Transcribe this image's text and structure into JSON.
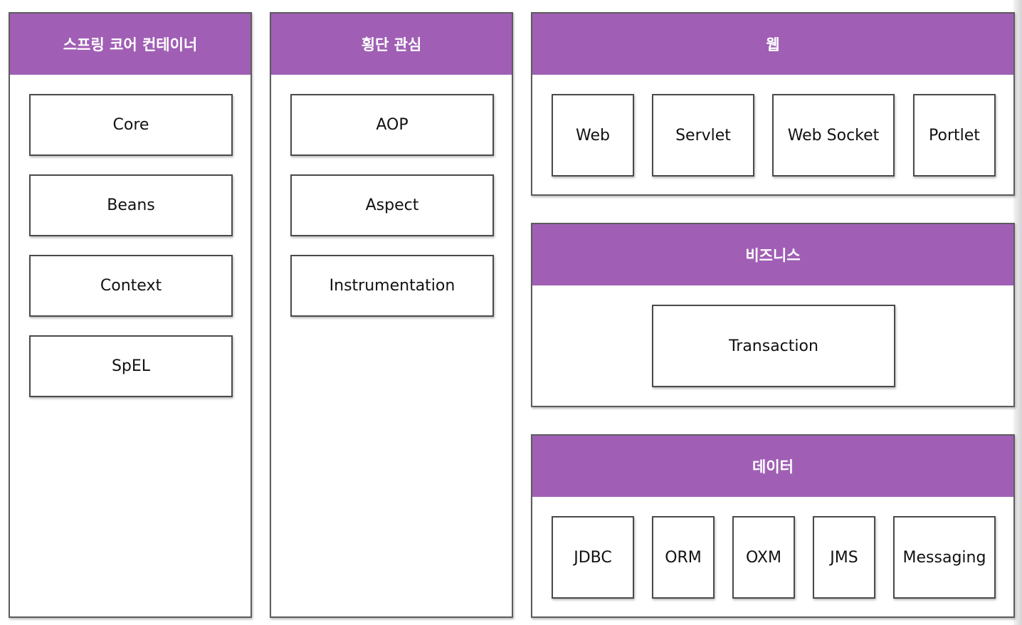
{
  "panels": {
    "core_container": {
      "title": "스프링 코어 컨테이너",
      "modules": [
        "Core",
        "Beans",
        "Context",
        "SpEL"
      ]
    },
    "cross_cutting": {
      "title": "횡단 관심",
      "modules": [
        "AOP",
        "Aspect",
        "Instrumentation"
      ]
    },
    "web": {
      "title": "웹",
      "modules": [
        "Web",
        "Servlet",
        "Web Socket",
        "Portlet"
      ]
    },
    "business": {
      "title": "비즈니스",
      "modules": [
        "Transaction"
      ]
    },
    "data": {
      "title": "데이터",
      "modules": [
        "JDBC",
        "ORM",
        "OXM",
        "JMS",
        "Messaging"
      ]
    }
  },
  "colors": {
    "header_purple": "#a05fb5",
    "border": "#5c5c5c",
    "header_text": "#ffffff"
  }
}
